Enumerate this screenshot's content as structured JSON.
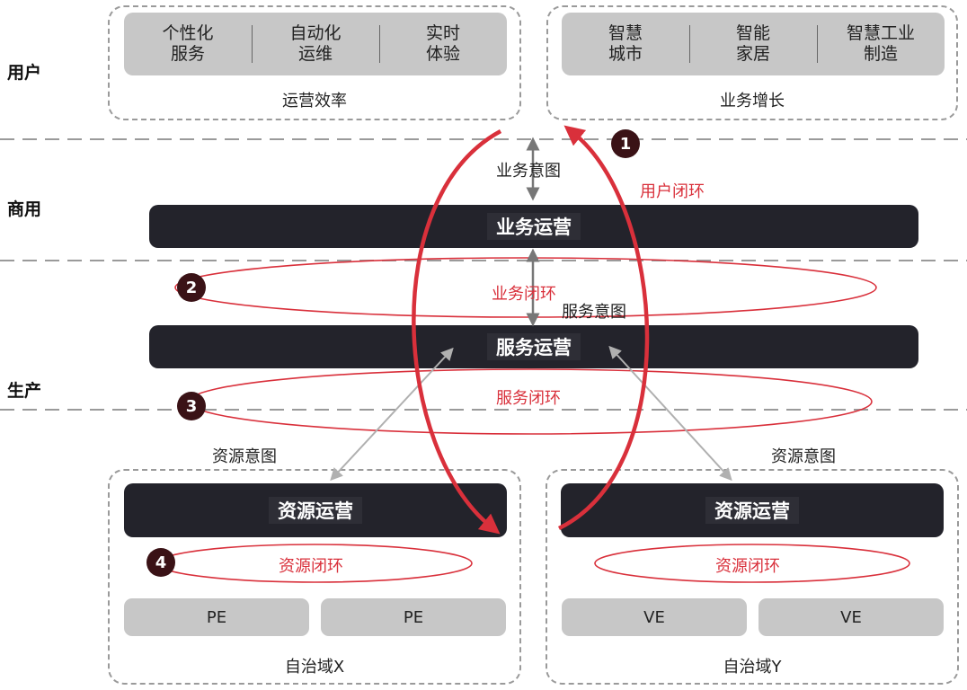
{
  "layers": {
    "user": "用户",
    "business": "商用",
    "production": "生产"
  },
  "top_left": {
    "items": [
      "个性化\n服务",
      "自动化\n运维",
      "实时\n体验"
    ],
    "caption": "运营效率"
  },
  "top_right": {
    "items": [
      "智慧\n城市",
      "智能\n家居",
      "智慧工业\n制造"
    ],
    "caption": "业务增长"
  },
  "business_intent": "业务意图",
  "user_loop": "用户闭环",
  "business_ops": "业务运营",
  "business_loop": "业务闭环",
  "service_intent": "服务意图",
  "service_ops": "服务运营",
  "service_loop": "服务闭环",
  "resource_intent_left": "资源意图",
  "resource_intent_right": "资源意图",
  "domain_x": {
    "ops": "资源运营",
    "loop": "资源闭环",
    "nodes": [
      "PE",
      "PE"
    ],
    "caption": "自治域X"
  },
  "domain_y": {
    "ops": "资源运营",
    "loop": "资源闭环",
    "nodes": [
      "VE",
      "VE"
    ],
    "caption": "自治域Y"
  },
  "badges": [
    "1",
    "2",
    "3",
    "4"
  ],
  "colors": {
    "loop_red": "#d9303b",
    "dark_bar": "#23232b",
    "grey_fill": "#c7c7c7",
    "badge": "#3a1216"
  }
}
